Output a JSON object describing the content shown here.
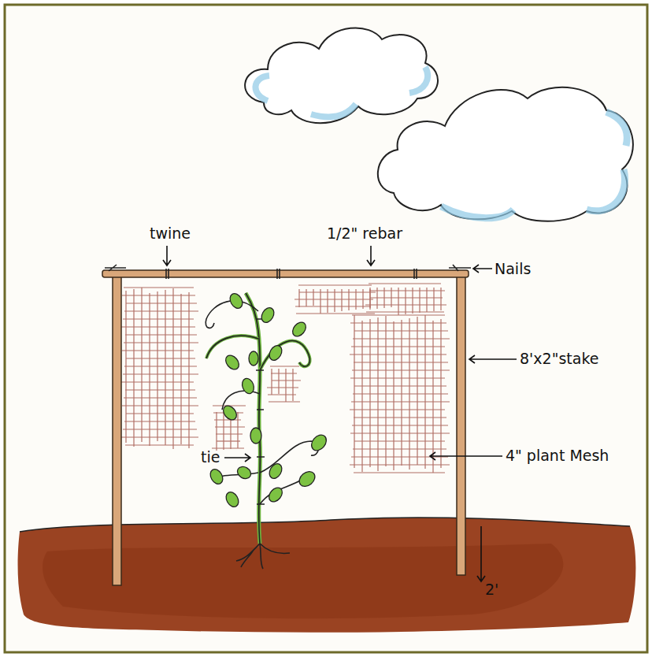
{
  "diagram": {
    "labels": [
      "twine",
      "1/2\" rebar",
      "Nails",
      "8'x2\"stake",
      "4\" plant Mesh",
      "tie",
      "2'"
    ]
  }
}
